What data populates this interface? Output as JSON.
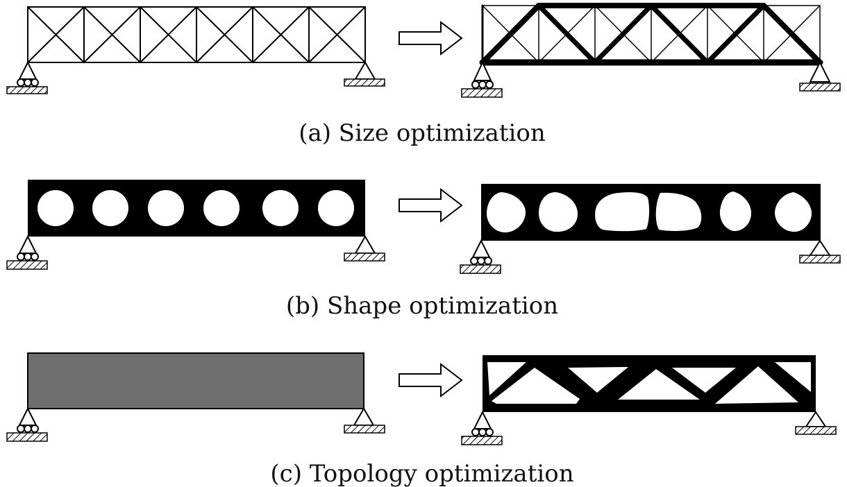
{
  "figure": {
    "panels": [
      {
        "id": "a",
        "caption": "(a) Size optimization",
        "before": "uniform X-braced truss with six bays",
        "after": "truss with selected thickened members"
      },
      {
        "id": "b",
        "caption": "(b) Shape optimization",
        "before": "solid beam with six circular holes",
        "after": "solid beam with six reshaped holes"
      },
      {
        "id": "c",
        "caption": "(c) Topology optimization",
        "before": "uniform gray rectangular design domain",
        "after": "optimized truss-like material layout"
      }
    ]
  },
  "colors": {
    "ink": "#000000",
    "domain_fill": "#6e6e6e",
    "background": "#ffffff"
  }
}
